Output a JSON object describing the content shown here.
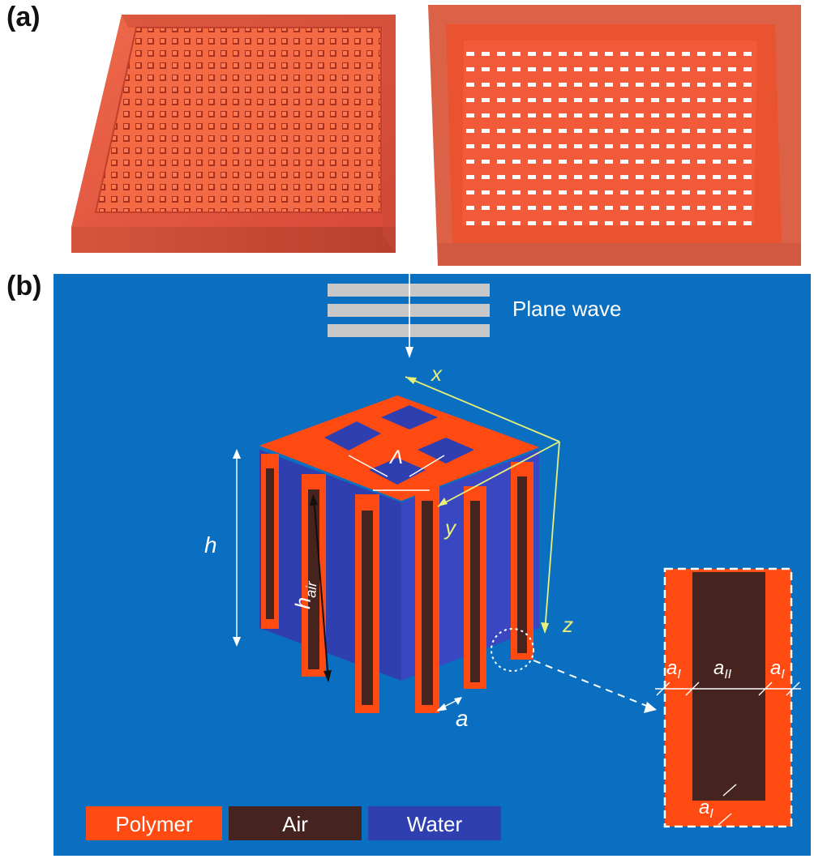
{
  "panels": {
    "a_label": "(a)",
    "b_label": "(b)"
  },
  "incident": {
    "label": "Plane wave"
  },
  "axes": {
    "x": "x",
    "y": "y",
    "z": "z"
  },
  "dimensions": {
    "h": "h",
    "h_air_main": "h",
    "h_air_sub": "air",
    "lambda": "Λ",
    "a": "a"
  },
  "inset": {
    "a_I_left_main": "a",
    "a_I_left_sub": "I",
    "a_II_main": "a",
    "a_II_sub": "II",
    "a_I_right_main": "a",
    "a_I_right_sub": "I",
    "a_I_bottom_main": "a",
    "a_I_bottom_sub": "I"
  },
  "legend": {
    "items": [
      {
        "label": "Polymer",
        "color": "#ff4a12"
      },
      {
        "label": "Air",
        "color": "#45231f"
      },
      {
        "label": "Water",
        "color": "#2f3fb0"
      }
    ]
  },
  "colors": {
    "background": "#0a6fc0",
    "polymer": "#ff4a12",
    "air": "#45231f",
    "water": "#2f3fb0",
    "axis": "#e8f07a",
    "plate": "#e85a3c"
  }
}
